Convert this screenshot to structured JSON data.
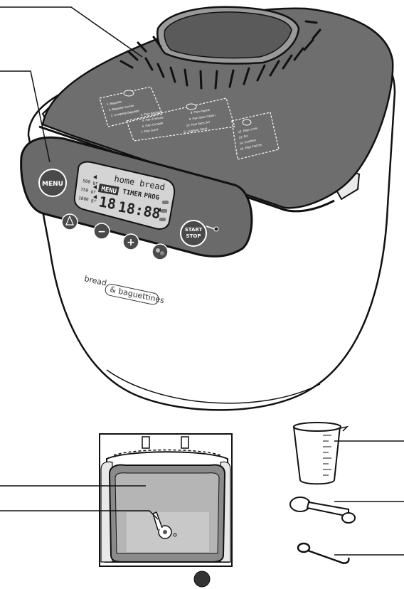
{
  "lid_panels": {
    "left": [
      "1. Baguette",
      "2. Baguette Sucrée",
      "3. Complete Baguette"
    ],
    "center": [
      "4. Pain Basique",
      "5. Pain Français",
      "6. Pain Complet",
      "7. Pain Sucré",
      "8. Pain Rapide",
      "9. Pain Sans Gluten",
      "10. Pain Sans Sel",
      "11. Gâteaux Seuls"
    ],
    "right": [
      "12. Pâte Levée",
      "13. Riz",
      "14. Confiture",
      "15. Pâte Fraîche"
    ]
  },
  "control_panel": {
    "menu_button": "MENU",
    "start_stop_line1": "START",
    "start_stop_line2": "STOP",
    "minus_symbol": "−",
    "plus_symbol": "+",
    "weights": [
      "500 gr",
      "750 gr",
      "1000 gr"
    ]
  },
  "display": {
    "program_name": "home bread",
    "menu_label": "MENU",
    "program_number": "18",
    "timer_label": "TIMER",
    "prog_label": "PROG",
    "time": "18:88"
  },
  "branding": {
    "word_bread": "bread",
    "word_baguettines": "& baguettines"
  },
  "colors": {
    "lid": "#6e6e6e",
    "panel_bg": "#6a6a6a",
    "lcd_bg": "#d4d4d4",
    "body": "#ffffff",
    "outline": "#111111"
  }
}
